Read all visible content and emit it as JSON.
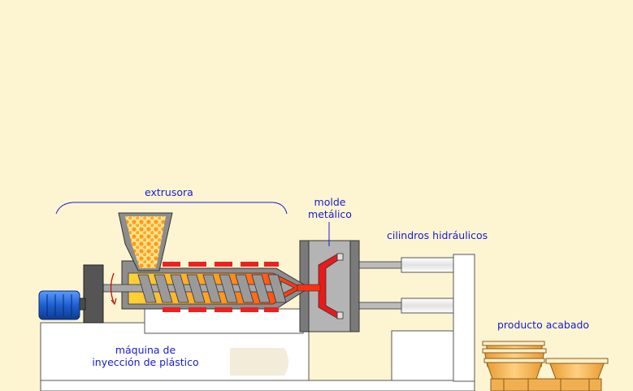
{
  "labels": {
    "extrusora": "extrusora",
    "molde_line1": "molde",
    "molde_line2": "metálico",
    "cilindros": "cilindros hidráulicos",
    "producto": "producto acabado",
    "maquina_line1": "máquina de",
    "maquina_line2": "inyección de plástico"
  },
  "colors": {
    "background": "#fdf5d2",
    "label_text": "#1a1ad0",
    "machine_body": "#ffffff",
    "steel": "#8a8a8a",
    "dark_steel": "#555555",
    "heater": "#ee2020",
    "molten_plastic": "#ff3a10",
    "pellets": "#ffb030",
    "motor": "#2a6ad8",
    "product": "#f0b050"
  }
}
